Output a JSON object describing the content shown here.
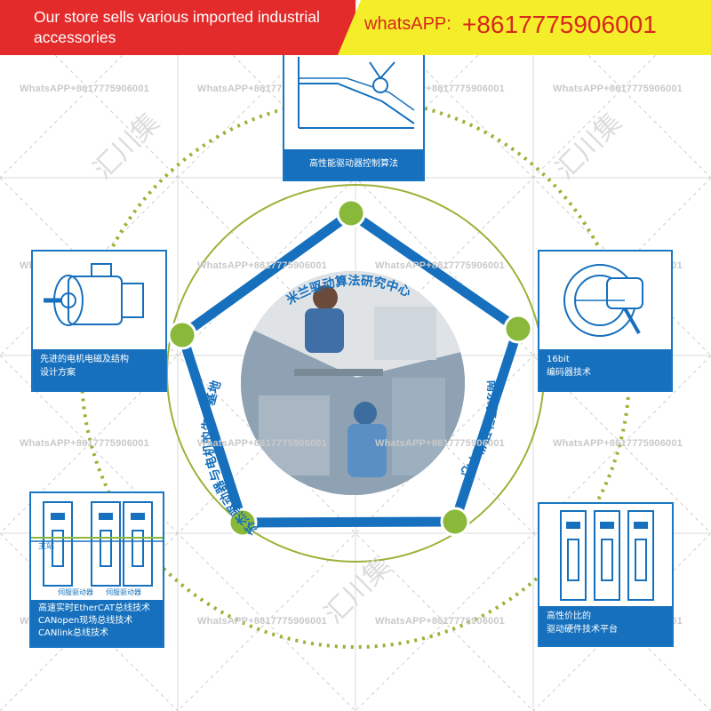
{
  "banner": {
    "store_text_line1": "Our store sells various imported industrial",
    "store_text_line2": "accessories",
    "whatsapp_label": "whatsAPP:",
    "whatsapp_number": "+8617775906001"
  },
  "watermark": {
    "text": "WhatsAPP+8617775906001",
    "cn_text": "汇川集"
  },
  "center": {
    "arc_top": "米兰驱动算法研究中心",
    "arc_left": "苏杰驱动器与电机的生产基地",
    "arc_right": "南京驱动研发中心"
  },
  "cards": {
    "top": {
      "label": "高性能驱动器控制算法"
    },
    "left_mid": {
      "label_line1": "先进的电机电磁及结构",
      "label_line2": "设计方案"
    },
    "right_mid": {
      "label_line1": "16bit",
      "label_line2": "编码器技术"
    },
    "bottom_left": {
      "label_line1": "高速实时EtherCAT总线技术",
      "label_line2": "CANopen现场总线技术",
      "label_line3": "CANlink总线技术",
      "inner_tag": "主站",
      "slave_label_1": "伺服驱动器",
      "slave_label_2": "伺服驱动器"
    },
    "bottom_right": {
      "label_line1": "高性价比的",
      "label_line2": "驱动硬件技术平台"
    }
  },
  "colors": {
    "blue": "#1670bd",
    "green_node": "#8ab83a",
    "dotted_circle": "#9cb237",
    "banner_red": "#e32b2b",
    "banner_yellow": "#f4ee2a"
  }
}
